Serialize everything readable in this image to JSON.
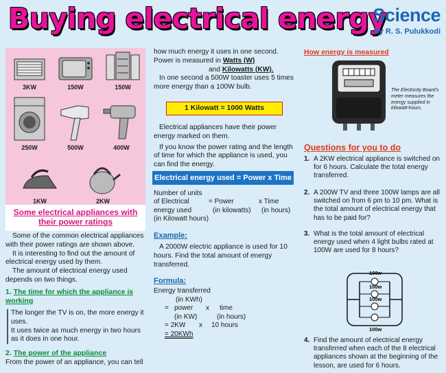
{
  "header": {
    "title": "Buying electrical energy",
    "brand": "Science",
    "byline": "By R. S. Pulukkodi"
  },
  "appliances": {
    "items": [
      {
        "name": "air-conditioner",
        "power": "3KW"
      },
      {
        "name": "television",
        "power": "150W"
      },
      {
        "name": "music-system",
        "power": "150W"
      },
      {
        "name": "washing-machine",
        "power": "250W"
      },
      {
        "name": "hair-dryer",
        "power": "500W"
      },
      {
        "name": "electric-drill",
        "power": "400W"
      },
      {
        "name": "iron",
        "power": "1KW"
      },
      {
        "name": "electric-kettle",
        "power": "2KW"
      }
    ],
    "caption": "Some electrical appliances with their power ratings"
  },
  "col1": {
    "intro": "Some of the common electrical appliances with their power ratings are shown above.",
    "intro2": "It is interesting to find out the amount of electrical energy used by them.",
    "intro3": "The amount of electrical energy used depends on two things.",
    "section1_num": "1.",
    "section1_head": "The time for which the appliance is working",
    "section1_body": "The longer the TV is on, the more energy it uses.",
    "section1_body2": "It uses twice as much energy in two hours as it does in one hour.",
    "section2_num": "2.",
    "section2_head": "The power of the appliance",
    "section2_body": "From the power of an appliance, you can tell"
  },
  "col2": {
    "cont1": "how much energy it uses in one second.",
    "cont2_a": "Power is measured in",
    "cont2_b": "Watts (W)",
    "cont3_a": "and",
    "cont3_b": "Kilowatts (KW).",
    "cont4": "In one second a 500W toaster uses 5 times more energy than a 100W bulb.",
    "key_fact": "1 Kilowatt = 1000 Watts",
    "para1": "Electrical appliances have their power energy marked on them.",
    "para2": "If you know the power rating and the length of time for which the appliance is used, you can find the energy.",
    "equation": "Electrical energy used = Power x Time",
    "units": {
      "l1": "Number of units",
      "l2a": "of Electrical",
      "l2b": "= Power",
      "l2c": "x Time",
      "l3a": "energy used",
      "l3b": "(in kilowatts)",
      "l3c": "(in hours)",
      "l4": "(in Kilowatt hours)"
    },
    "example_head": "Example:",
    "example_body": "A 2000W electric appliance is used for 10 hours. Find the total amount of energy transferred.",
    "formula_head": "Formula:",
    "formula": {
      "f1": "Energy transferred",
      "f2": "(in KWh)",
      "f3a": "=",
      "f3b": "power",
      "f3c": "x",
      "f3d": "time",
      "f4a": "(in KW)",
      "f4b": "(in hours)",
      "f5a": "= 2KW",
      "f5b": "x",
      "f5c": "10 hours",
      "f6": "= 20KWh"
    }
  },
  "col3": {
    "measure_head": "How energy is measured",
    "meter_note": "The Electricity Board's meter measures the energy supplied in kilowatt-hours.",
    "questions_head": "Questions for you to do",
    "questions": [
      {
        "n": "1.",
        "text": "A 2KW electrical appliance is switched on for 6 hours. Calculate the total energy transferred."
      },
      {
        "n": "2.",
        "text": "A 200W TV and three 100W lamps are all switched on from 6 pm to 10 pm. What is the total amount of electrical energy that has to be paid for?"
      },
      {
        "n": "3.",
        "text": "What is the total amount of electrical energy used when 4 light bulbs rated at 100W are used for 8 hours?"
      },
      {
        "n": "4.",
        "text": "Find the amount of electrical energy transferred when each of the 8 electrical appliances shown at the beginning of the lesson, are used for 6 hours."
      }
    ],
    "lamps": [
      "100w",
      "100w",
      "100w",
      "100w"
    ]
  },
  "colors": {
    "title": "#e6139b",
    "panel": "#f5c6dc",
    "background": "#d9ecf7",
    "green_heading": "#0a8a3a",
    "blue_heading": "#1d66b3",
    "orange_heading": "#e03a1b",
    "key_box": "#ffee00",
    "equation_box": "#1d73c4"
  }
}
